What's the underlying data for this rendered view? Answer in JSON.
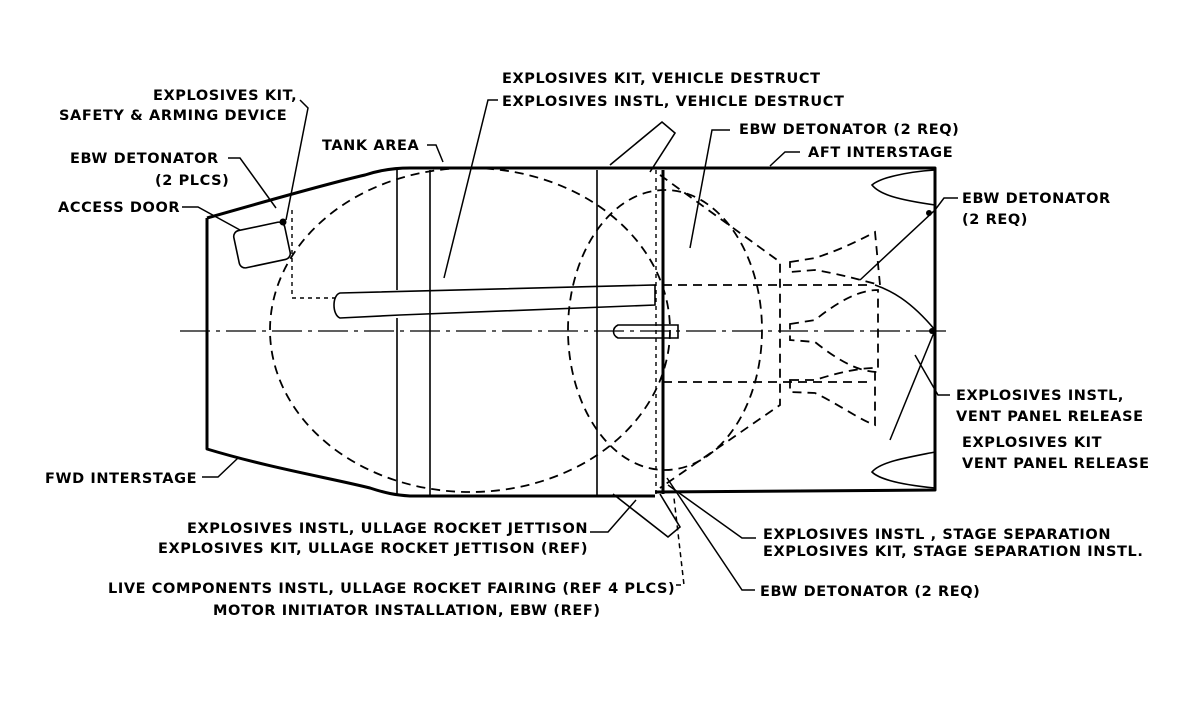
{
  "labels": {
    "explosives_kit_safety_1": "EXPLOSIVES KIT,",
    "explosives_kit_safety_2": "SAFETY & ARMING DEVICE",
    "ebw_detonator_fwd_1": "EBW DETONATOR",
    "ebw_detonator_fwd_2": "(2 PLCS)",
    "access_door": "ACCESS DOOR",
    "tank_area": "TANK AREA",
    "explosives_kit_vehicle_destruct": "EXPLOSIVES KIT, VEHICLE DESTRUCT",
    "explosives_instl_vehicle_destruct": "EXPLOSIVES INSTL, VEHICLE DESTRUCT",
    "ebw_detonator_top": "EBW DETONATOR (2 REQ)",
    "aft_interstage": "AFT INTERSTAGE",
    "ebw_detonator_aft_1": "EBW DETONATOR",
    "ebw_detonator_aft_2": "(2 REQ)",
    "explosives_instl_vent_1": "EXPLOSIVES INSTL,",
    "explosives_instl_vent_2": "VENT PANEL RELEASE",
    "explosives_kit_vent_1": "EXPLOSIVES KIT",
    "explosives_kit_vent_2": "VENT PANEL RELEASE",
    "fwd_interstage": "FWD INTERSTAGE",
    "explosives_instl_ullage": "EXPLOSIVES INSTL, ULLAGE ROCKET JETTISON",
    "explosives_kit_ullage": "EXPLOSIVES KIT, ULLAGE ROCKET JETTISON (REF)",
    "explosives_instl_stage_sep": "EXPLOSIVES INSTL , STAGE SEPARATION",
    "explosives_kit_stage_sep": "EXPLOSIVES KIT, STAGE SEPARATION  INSTL.",
    "live_components": "LIVE COMPONENTS INSTL, ULLAGE ROCKET FAIRING (REF 4 PLCS)",
    "ebw_detonator_bottom": "EBW DETONATOR (2 REQ)",
    "motor_initiator": "MOTOR INITIATOR INSTALLATION, EBW (REF)"
  }
}
